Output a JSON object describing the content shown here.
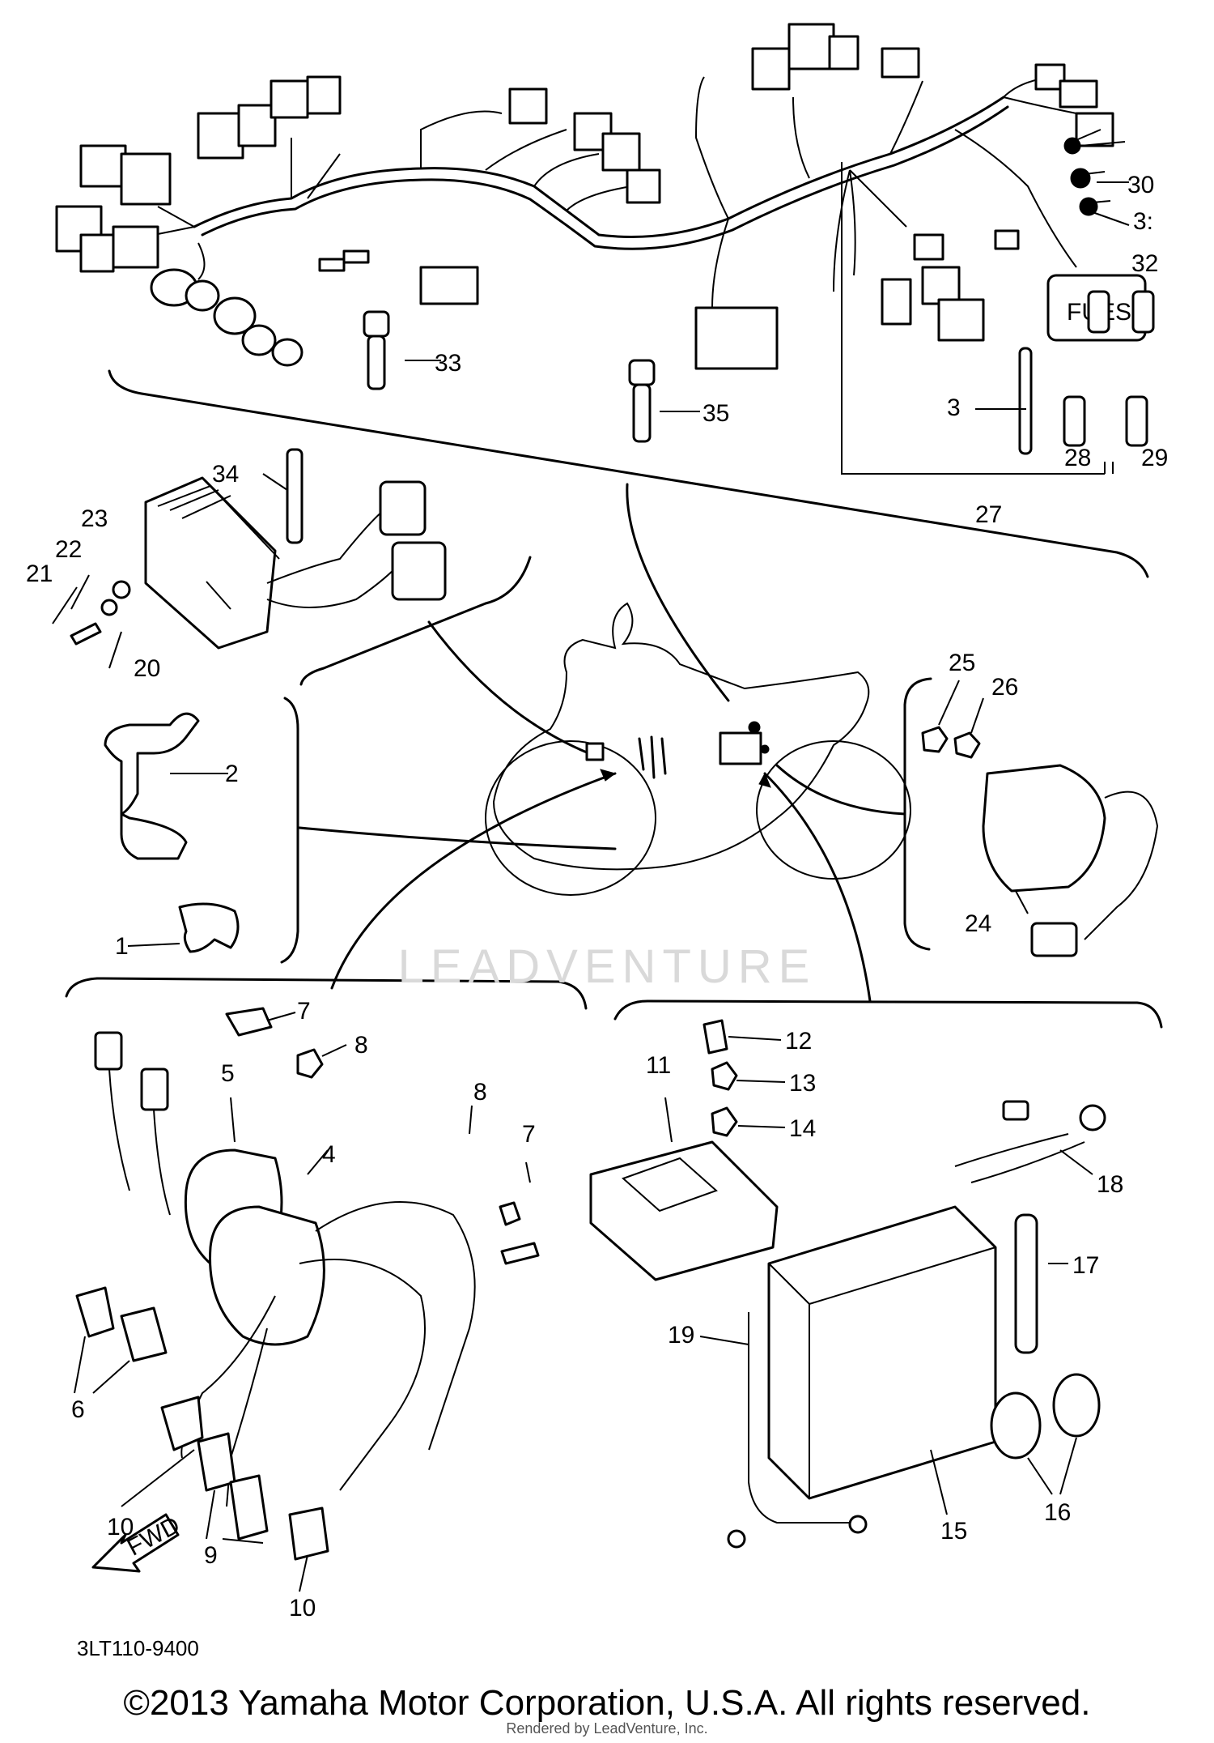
{
  "diagram": {
    "code": "3LT110-9400",
    "copyright": "©2013 Yamaha Motor Corporation, U.S.A. All rights reserved.",
    "rendered_by": "Rendered by LeadVenture, Inc.",
    "watermark": "LEADVENTURE",
    "fuse_box_label": "FUES",
    "fwd_label": "FWD"
  },
  "callouts": [
    "1",
    "2",
    "3",
    "4",
    "5",
    "6",
    "7",
    "7",
    "8",
    "8",
    "9",
    "10",
    "10",
    "11",
    "12",
    "13",
    "14",
    "15",
    "16",
    "17",
    "18",
    "19",
    "20",
    "21",
    "22",
    "23",
    "24",
    "25",
    "26",
    "27",
    "28",
    "29",
    "30",
    "3:",
    "32",
    "33",
    "34",
    "35"
  ]
}
